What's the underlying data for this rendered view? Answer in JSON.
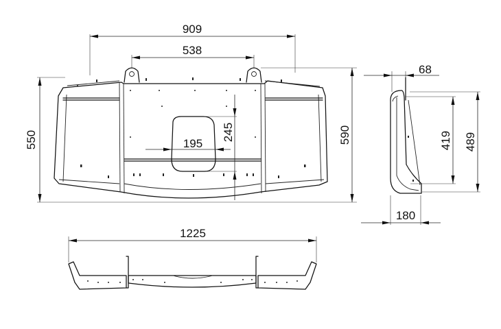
{
  "dimensions": {
    "front_overall_width": "909",
    "front_lug_spacing": "538",
    "front_cutout_height": "245",
    "front_cutout_width": "195",
    "front_left_height": "550",
    "front_right_height": "590",
    "side_top_offset": "68",
    "side_inner_height": "419",
    "side_outer_height": "489",
    "side_depth": "180",
    "bottom_overall_width": "1225"
  }
}
